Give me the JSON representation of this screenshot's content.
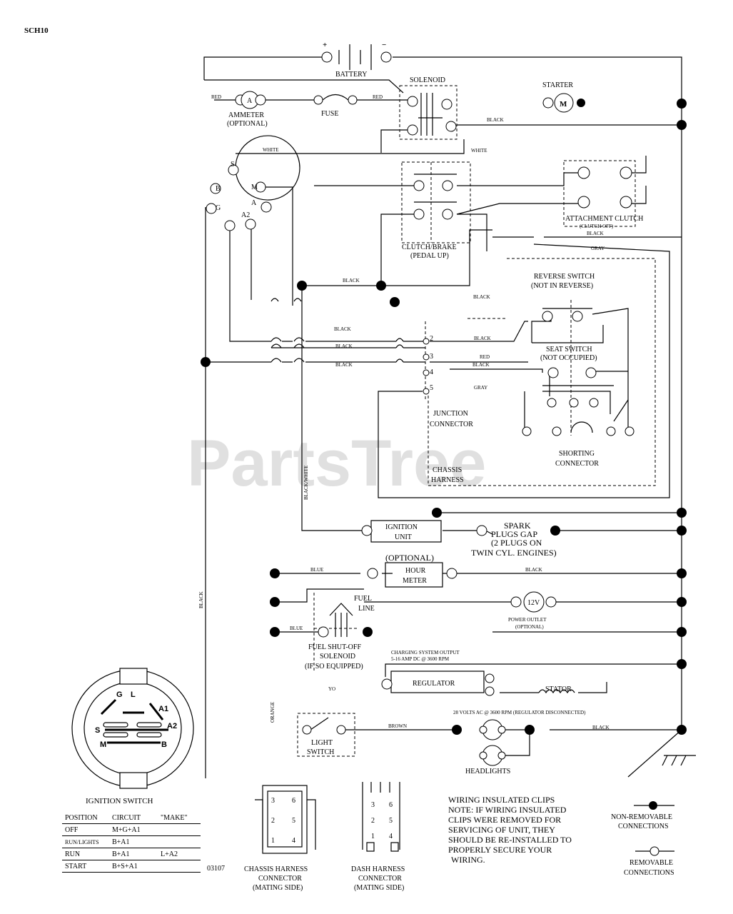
{
  "page_code": "SCH10",
  "figure_number": "03107",
  "watermark": "PartsTree",
  "components": {
    "battery": "BATTERY",
    "battery_plus": "+",
    "battery_minus": "−",
    "solenoid": "SOLENOID",
    "starter": "STARTER",
    "starter_m": "M",
    "ammeter": "AMMETER",
    "ammeter_opt": "(OPTIONAL)",
    "ammeter_a": "A",
    "fuse": "FUSE",
    "clutch_brake": "CLUTCH/BRAKE",
    "clutch_brake_sub": "(PEDAL UP)",
    "attachment_clutch": "ATTACHMENT CLUTCH",
    "attachment_clutch_sub": "(CLUTCH OFF)",
    "reverse_switch": "REVERSE SWITCH",
    "reverse_switch_sub": "(NOT IN REVERSE)",
    "seat_switch": "SEAT SWITCH",
    "seat_switch_sub": "(NOT OCCUPIED)",
    "junction": "JUNCTION",
    "junction2": "CONNECTOR",
    "chassis": "CHASSIS",
    "harness": "HARNESS",
    "shorting": "SHORTING",
    "shorting2": "CONNECTOR",
    "ignition_unit": "IGNITION",
    "ignition_unit2": "UNIT",
    "spark1": "SPARK",
    "spark2": "PLUGS GAP",
    "spark3": "(2 PLUGS ON",
    "spark4": "TWIN CYL. ENGINES)",
    "hour_opt": "(OPTIONAL)",
    "hour1": "HOUR",
    "hour2": "METER",
    "fuel_line1": "FUEL",
    "fuel_line2": "LINE",
    "power_outlet_v": "12V",
    "power_outlet1": "POWER OUTLET",
    "power_outlet2": "(OPTIONAL)",
    "fuel_sol1": "FUEL SHUT-OFF",
    "fuel_sol2": "SOLENOID",
    "fuel_sol3": "(IF SO EQUIPPED)",
    "charging1": "CHARGING SYSTEM OUTPUT",
    "charging2": "5-16 AMP DC @ 3600 RPM",
    "regulator": "REGULATOR",
    "stator": "STATOR",
    "ac_note": "28 VOLTS AC @ 3600 RPM (REGULATOR DISCONNECTED)",
    "light1": "LIGHT",
    "light2": "SWITCH",
    "headlights": "HEADLIGHTS"
  },
  "ignition_terminals": {
    "s": "S",
    "b": "B",
    "g": "G",
    "m": "M",
    "a": "A",
    "a2": "A2"
  },
  "wire_colors": {
    "red": "RED",
    "black": "BLACK",
    "white": "WHITE",
    "gray": "GRAY",
    "blue": "BLUE",
    "orange": "ORANGE",
    "brown": "BROWN",
    "yellow": "YO",
    "black_white": "BLACK/WHITE"
  },
  "junction_pins": [
    "2",
    "3",
    "4",
    "5"
  ],
  "ignition_switch": {
    "title": "IGNITION SWITCH",
    "labels": {
      "g": "G",
      "l": "L",
      "a1": "A1",
      "a2": "A2",
      "s": "S",
      "m": "M",
      "b": "B"
    },
    "table": {
      "headers": [
        "POSITION",
        "CIRCUIT",
        "\"MAKE\""
      ],
      "rows": [
        [
          "OFF",
          "M+G+A1",
          ""
        ],
        [
          "RUN/LIGHTS",
          "B+A1",
          ""
        ],
        [
          "RUN",
          "B+A1",
          "L+A2"
        ],
        [
          "START",
          "B+S+A1",
          ""
        ]
      ]
    }
  },
  "chassis_connector": {
    "label1": "CHASSIS HARNESS",
    "label2": "CONNECTOR",
    "label3": "(MATING SIDE)",
    "pins": [
      "3",
      "6",
      "2",
      "5",
      "1",
      "4"
    ]
  },
  "dash_connector": {
    "label1": "DASH HARNESS",
    "label2": "CONNECTOR",
    "label3": "(MATING SIDE)",
    "pins": [
      "3",
      "6",
      "2",
      "5",
      "1",
      "4"
    ]
  },
  "note": {
    "l1": "WIRING INSULATED CLIPS",
    "l2": "NOTE: IF WIRING INSULATED",
    "l3": "CLIPS WERE REMOVED FOR",
    "l4": "SERVICING OF UNIT, THEY",
    "l5": "SHOULD BE RE-INSTALLED TO",
    "l6": "PROPERLY SECURE YOUR",
    "l7": "WIRING."
  },
  "legend": {
    "nonremovable1": "NON-REMOVABLE",
    "nonremovable2": "CONNECTIONS",
    "removable1": "REMOVABLE",
    "removable2": "CONNECTIONS"
  }
}
